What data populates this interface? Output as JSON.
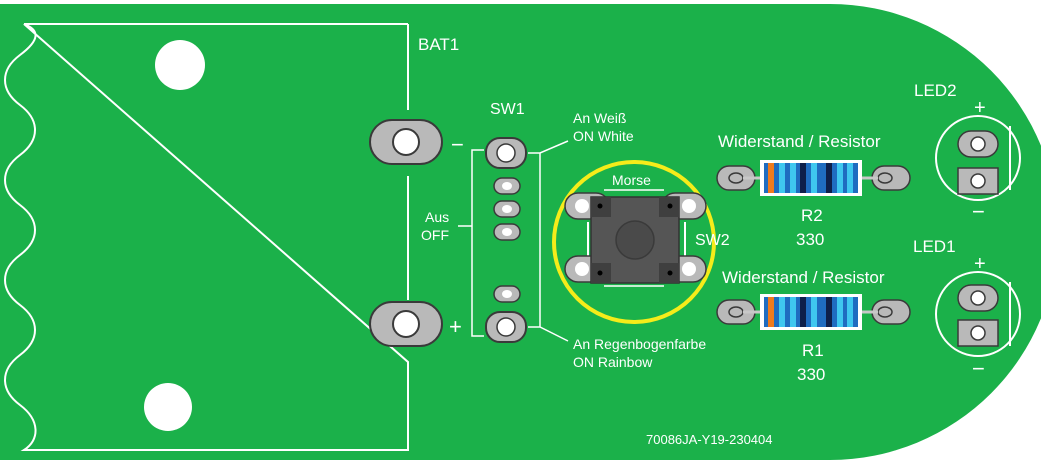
{
  "colors": {
    "board": "#1bb14a",
    "silkscreen": "#ffffff",
    "pad": "#b9b9b9",
    "pad_outline": "#3a3a3a",
    "highlight_ring": "#f5ec1a",
    "switch_body": "#555555",
    "resistor_body": "#1f6cc0",
    "resistor_band_light": "#3fc7ef",
    "resistor_band_dark": "#0e1f4a",
    "resistor_band_orange": "#f07b1d"
  },
  "labels": {
    "bat": "BAT1",
    "sw1": "SW1",
    "sw2": "SW2",
    "minus": "−",
    "plus": "+",
    "on_white_de": "An Weiß",
    "on_white_en": "ON White",
    "off_de": "Aus",
    "off_en": "OFF",
    "on_rainbow_de": "An Regenbogenfarbe",
    "on_rainbow_en": "ON Rainbow",
    "morse": "Morse",
    "resistor_r2_title": "Widerstand / Resistor",
    "r2": "R2",
    "r2_value": "330",
    "resistor_r1_title": "Widerstand / Resistor",
    "r1": "R1",
    "r1_value": "330",
    "led2": "LED2",
    "led2_plus": "+",
    "led2_minus": "−",
    "led1": "LED1",
    "led1_plus": "+",
    "led1_minus": "−",
    "board_id": "70086JA-Y19-230404"
  },
  "icons": {
    "tactile_switch": "push-button-switch-icon",
    "resistor": "resistor-icon",
    "led_footprint": "led-footprint-icon"
  }
}
